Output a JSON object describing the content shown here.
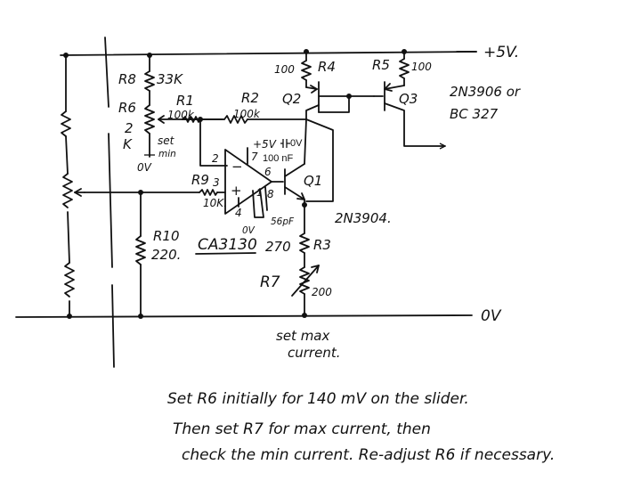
{
  "rails": {
    "supply": "+5V.",
    "ground": "0V"
  },
  "components": {
    "r8": {
      "name": "R8",
      "value": "33K"
    },
    "r6": {
      "name": "R6",
      "value_line1": "2",
      "value_line2": "K",
      "note_line1": "set",
      "note_line2": "min",
      "gnd": "0V"
    },
    "r1": {
      "name": "R1",
      "value": "100k"
    },
    "r2": {
      "name": "R2",
      "value": "100k"
    },
    "r4": {
      "name": "R4",
      "value": "100"
    },
    "r5": {
      "name": "R5",
      "value": "100"
    },
    "r9": {
      "name": "R9",
      "value": "10K."
    },
    "r10": {
      "name": "R10",
      "value": "220."
    },
    "r3": {
      "name": "R3",
      "value": "270"
    },
    "r7": {
      "name": "R7",
      "value": "200"
    },
    "q1": {
      "name": "Q1",
      "part": "2N3904."
    },
    "q2": {
      "name": "Q2"
    },
    "q3": {
      "name": "Q3",
      "part_line1": "2N3906 or",
      "part_line2": "BC 327"
    },
    "opamp": {
      "name": "CA3130",
      "pin2": "2",
      "pin3": "3",
      "pin4": "4",
      "pin6": "6",
      "pin7": "7",
      "pin8": "8",
      "pin1": "1",
      "supply": "+5V",
      "plus_sign": "+",
      "minus_sign": "−",
      "gnd": "0V",
      "comp_cap": "56pF",
      "decoupling_value": "100 nF",
      "decoupling_gnd": "0V"
    }
  },
  "notes": {
    "r7_label_line1": "set max",
    "r7_label_line2": "current.",
    "instructions": [
      "Set R6 initially for 140 mV on the slider.",
      "Then set R7 for max current, then",
      "check the min current. Re-adjust R6 if necessary."
    ]
  }
}
